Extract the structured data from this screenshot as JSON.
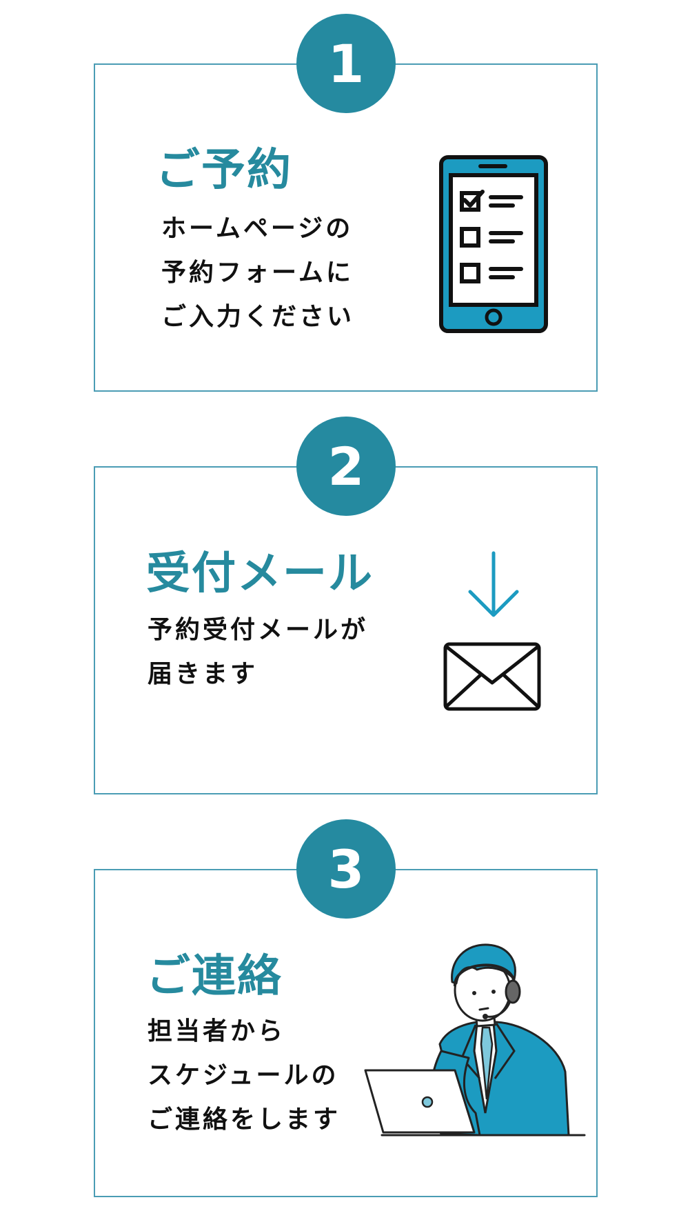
{
  "steps": [
    {
      "number": "1",
      "title": "ご予約",
      "lines": [
        "ホームページの",
        "予約フォームに",
        "ご入力ください"
      ],
      "icon": "smartphone-checklist-icon"
    },
    {
      "number": "2",
      "title": "受付メール",
      "lines": [
        "予約受付メールが",
        "届きます"
      ],
      "icon": "mail-arrow-icon"
    },
    {
      "number": "3",
      "title": "ご連絡",
      "lines": [
        "担当者から",
        "スケジュールの",
        "ご連絡をします"
      ],
      "icon": "operator-headset-illustration"
    }
  ],
  "colors": {
    "accent": "#258aa0",
    "title": "#268a9e",
    "border": "#4a9cb4",
    "icon_fill": "#1c9bc1",
    "text": "#111111"
  }
}
